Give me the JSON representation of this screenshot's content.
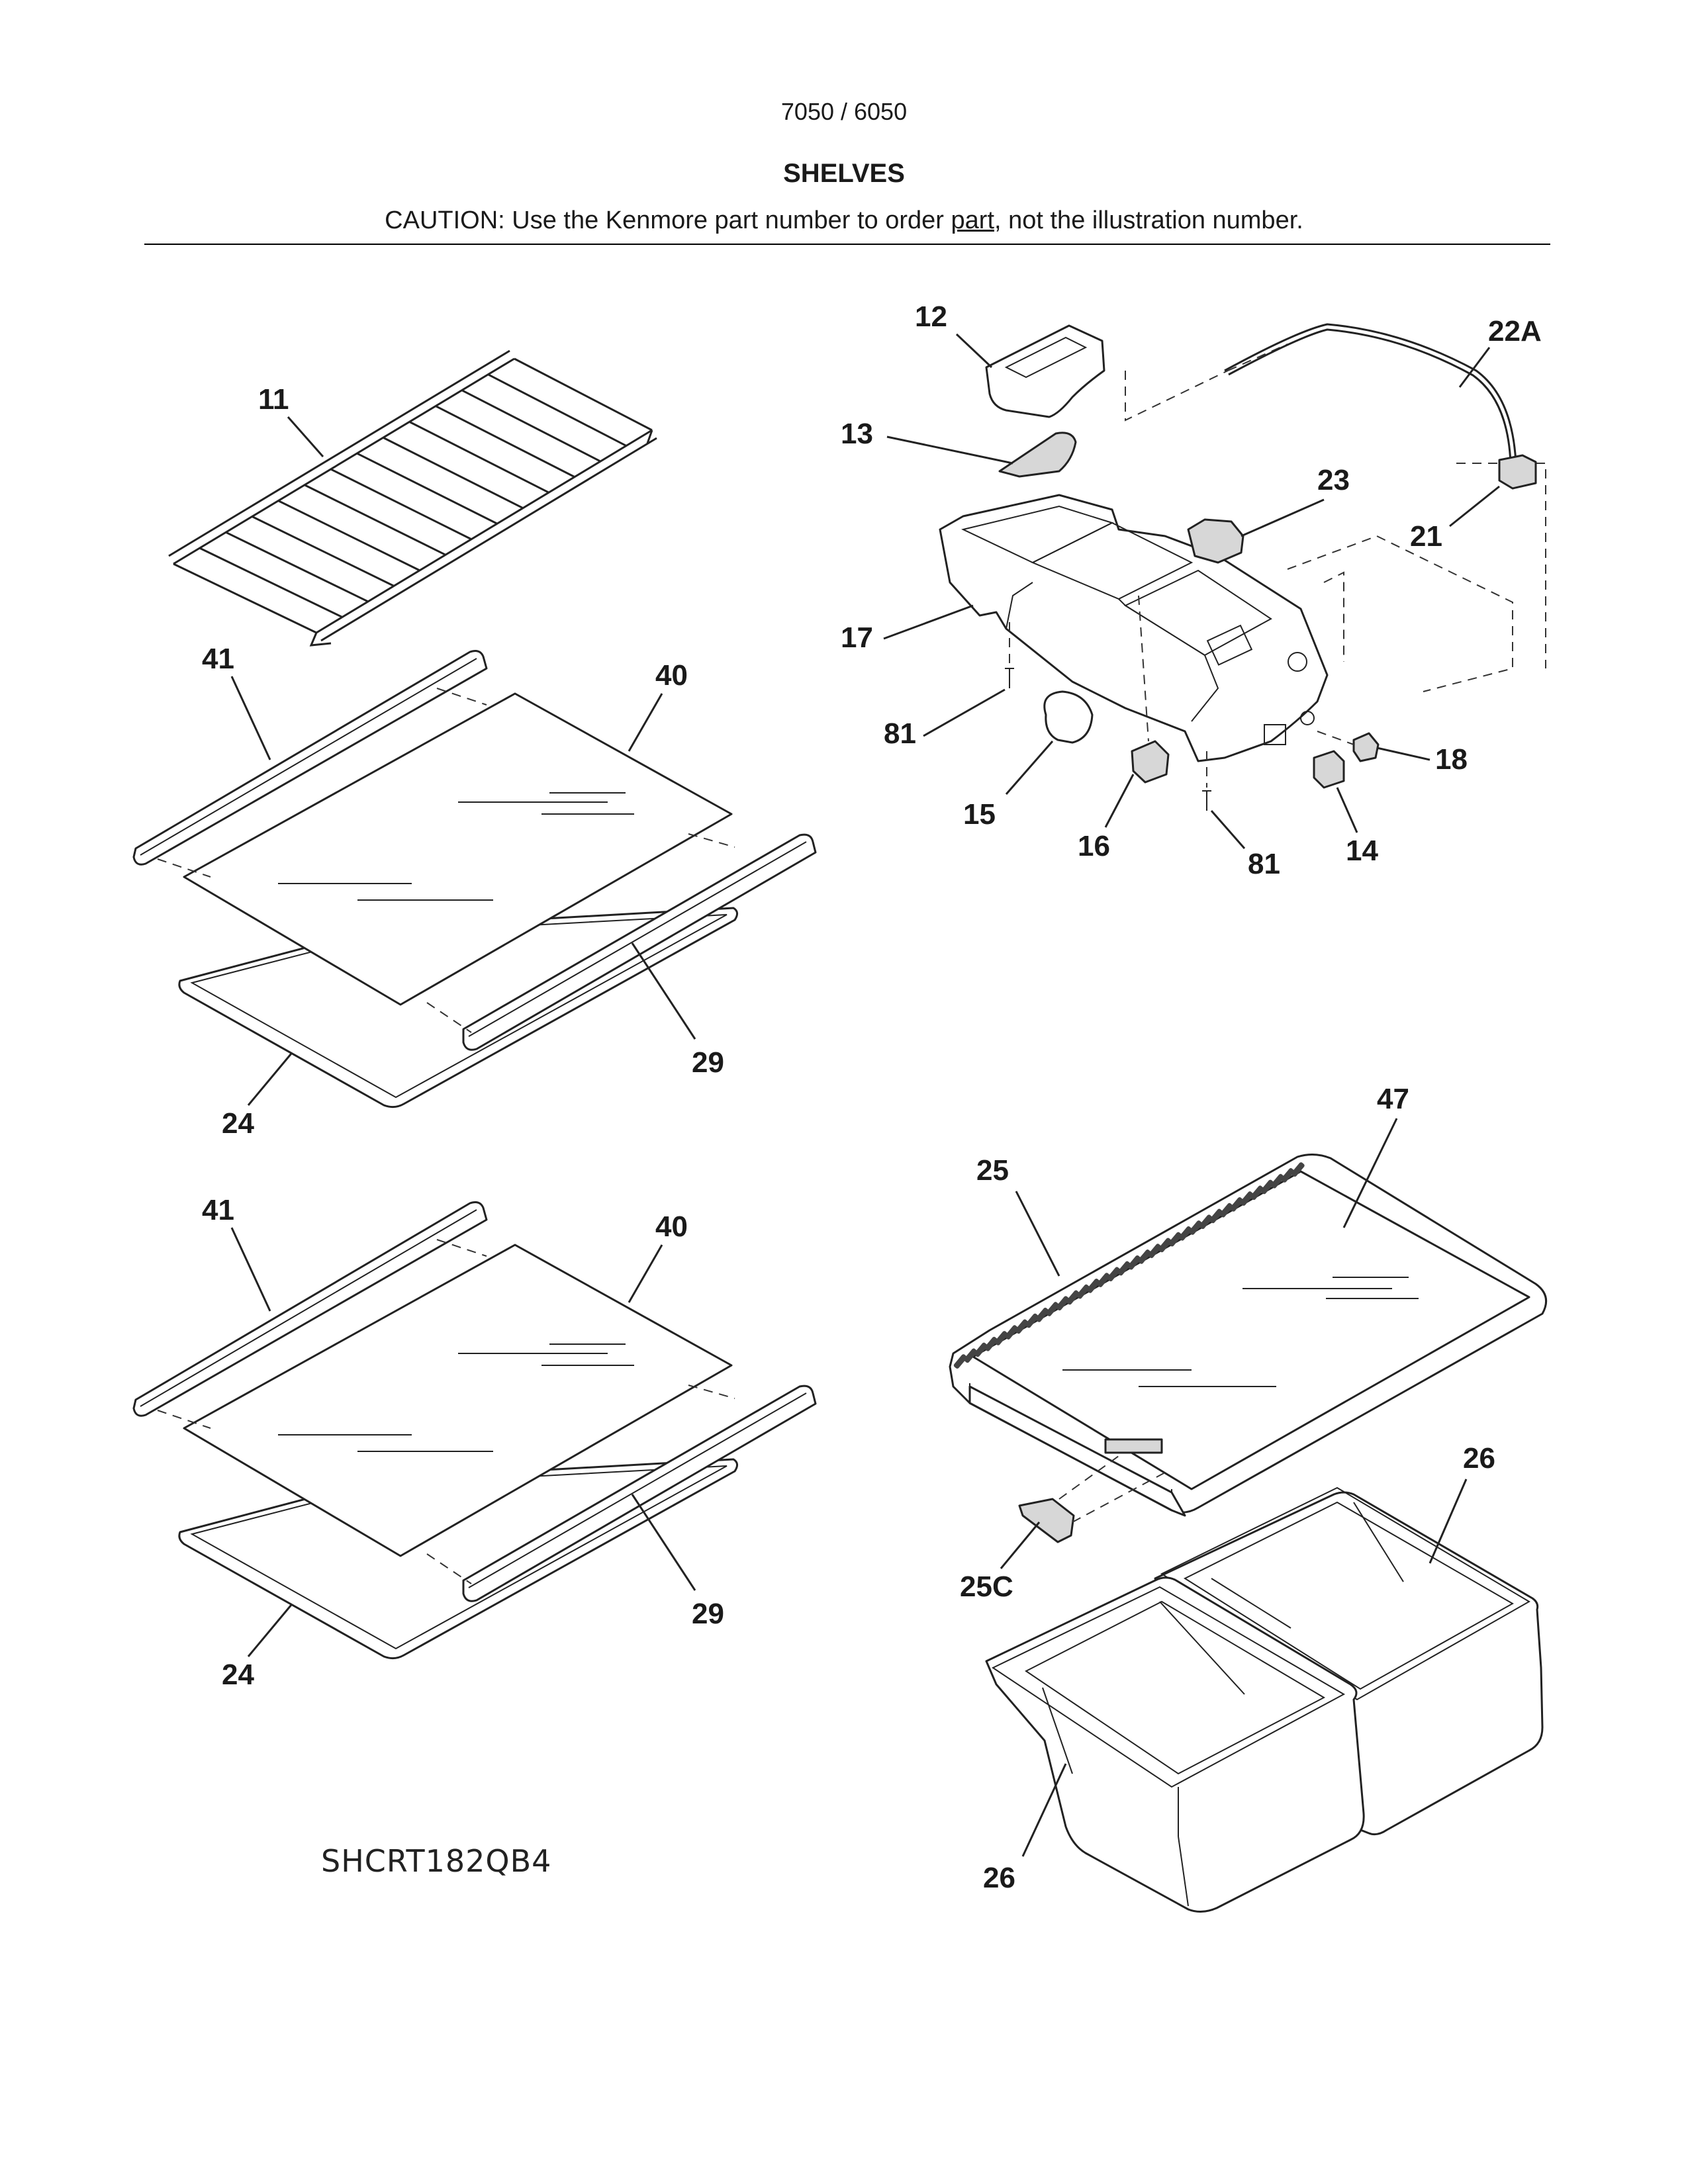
{
  "header": {
    "model_code": "7050 / 6050",
    "title": "SHELVES",
    "caution_prefix": "CAUTION: Use the Kenmore part number to order ",
    "caution_underlined": "part",
    "caution_suffix": ", not the illustration number."
  },
  "model_number": "SHCRT182QB4",
  "callouts": {
    "c11": "11",
    "c41a": "41",
    "c40a": "40",
    "c29a": "29",
    "c24a": "24",
    "c41b": "41",
    "c40b": "40",
    "c29b": "29",
    "c24b": "24",
    "c12": "12",
    "c13": "13",
    "c17": "17",
    "c81a": "81",
    "c15": "15",
    "c16": "16",
    "c81b": "81",
    "c14": "14",
    "c18": "18",
    "c23": "23",
    "c21": "21",
    "c22a": "22A",
    "c47": "47",
    "c25": "25",
    "c25c": "25C",
    "c26a": "26",
    "c26b": "26"
  }
}
